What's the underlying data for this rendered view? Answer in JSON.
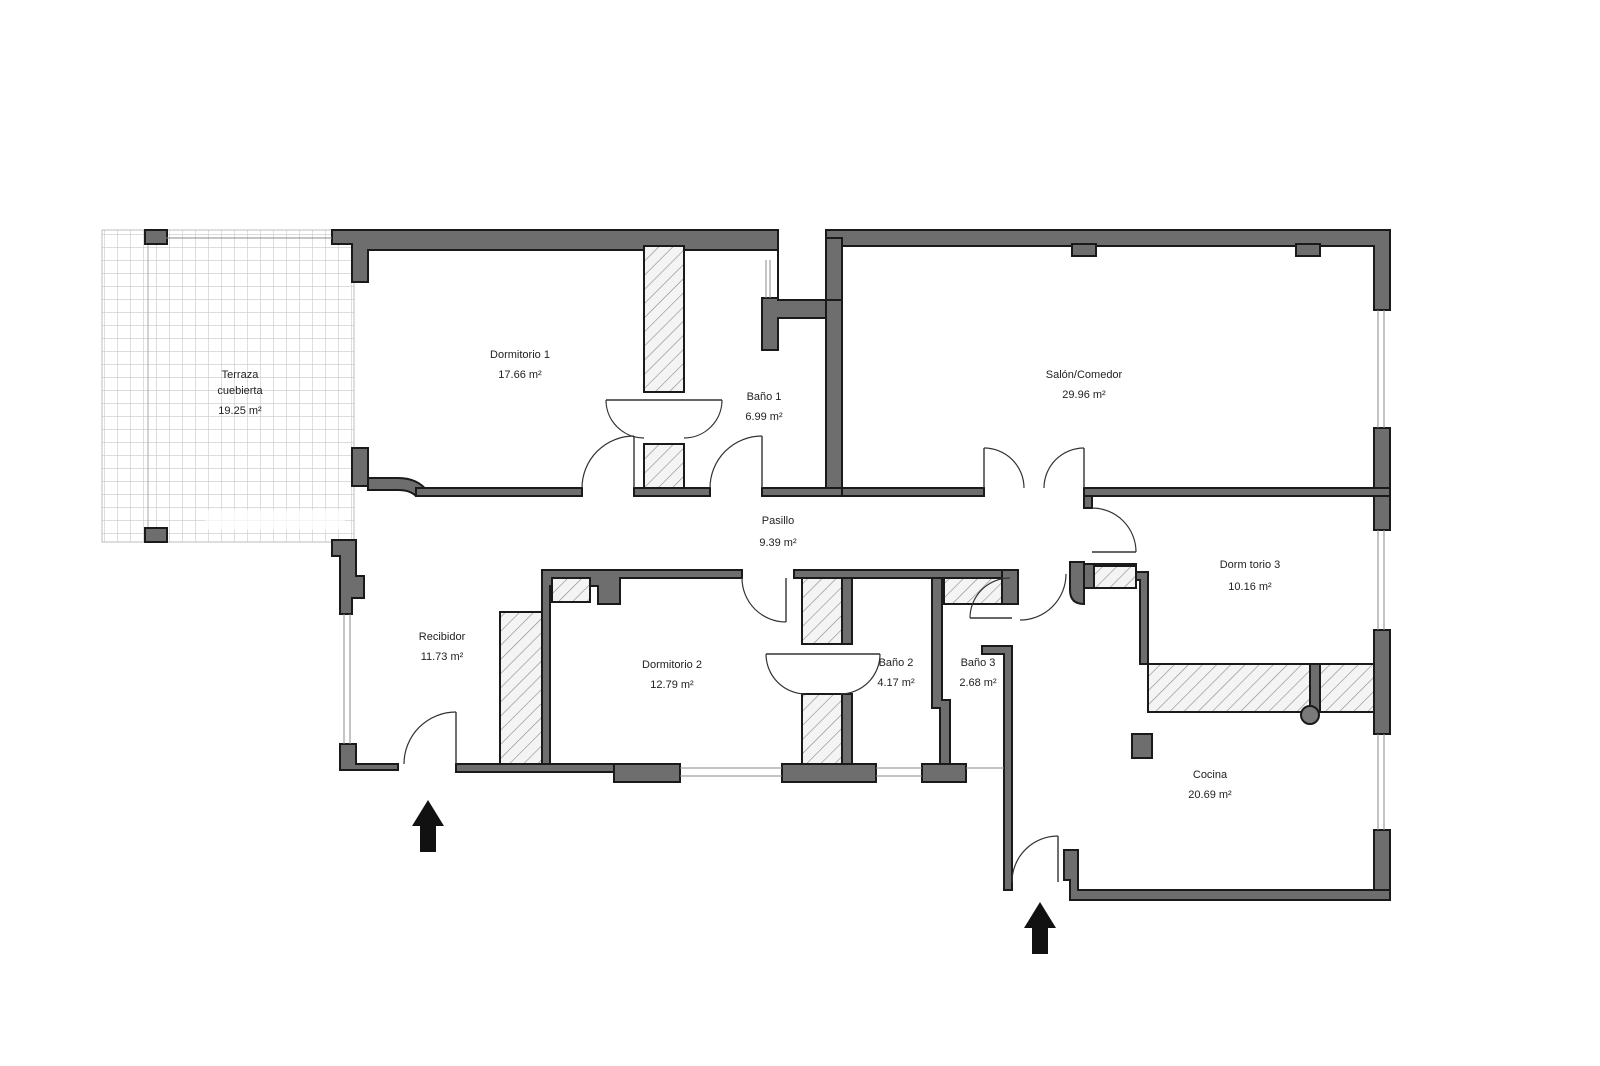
{
  "plan": {
    "rooms": [
      {
        "id": "terraza",
        "name_line1": "Terraza",
        "name_line2": "cuebierta",
        "area": "19.25  m²"
      },
      {
        "id": "dormitorio1",
        "name": "Dormitorio 1",
        "area": "17.66  m²"
      },
      {
        "id": "bano1",
        "name": "Baño 1",
        "area": "6.99  m²"
      },
      {
        "id": "salon",
        "name": "Salón/Comedor",
        "area": "29.96  m²"
      },
      {
        "id": "pasillo",
        "name": "Pasillo",
        "area": "9.39  m²"
      },
      {
        "id": "dormitorio3",
        "name": "Dorm torio 3",
        "area": "10.16  m²"
      },
      {
        "id": "recibidor",
        "name": "Recibidor",
        "area": "11.73  m²"
      },
      {
        "id": "dormitorio2",
        "name": "Dormitorio 2",
        "area": "12.79  m²"
      },
      {
        "id": "bano2",
        "name": "Baño 2",
        "area": "4.17  m²"
      },
      {
        "id": "bano3",
        "name": "Baño 3",
        "area": "2.68  m²"
      },
      {
        "id": "cocina",
        "name": "Cocina",
        "area": "20.69  m²"
      }
    ],
    "entrances": [
      "main-entrance",
      "kitchen-entrance"
    ],
    "colors": {
      "wall": "#6e6e6e",
      "outline": "#1a1a1a",
      "tile": "#cfcfcf",
      "arrow": "#111111"
    }
  }
}
